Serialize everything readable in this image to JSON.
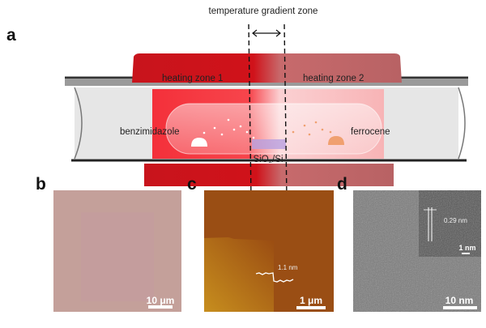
{
  "panel_a": {
    "label": "a",
    "title": "temperature gradient zone",
    "zone1": "heating zone 1",
    "zone2": "heating zone 2",
    "source1": "benzimidazole",
    "source2": "ferrocene",
    "substrate": "SiO₂/Si"
  },
  "panel_b": {
    "label": "b",
    "scale_bar": "10 μm"
  },
  "panel_c": {
    "label": "c",
    "scale_bar": "1 μm",
    "step_height": "1.1 nm"
  },
  "panel_d": {
    "label": "d",
    "scale_bar": "10 nm",
    "inset_scale_bar": "1 nm",
    "lattice_spacing": "0.29 nm"
  }
}
